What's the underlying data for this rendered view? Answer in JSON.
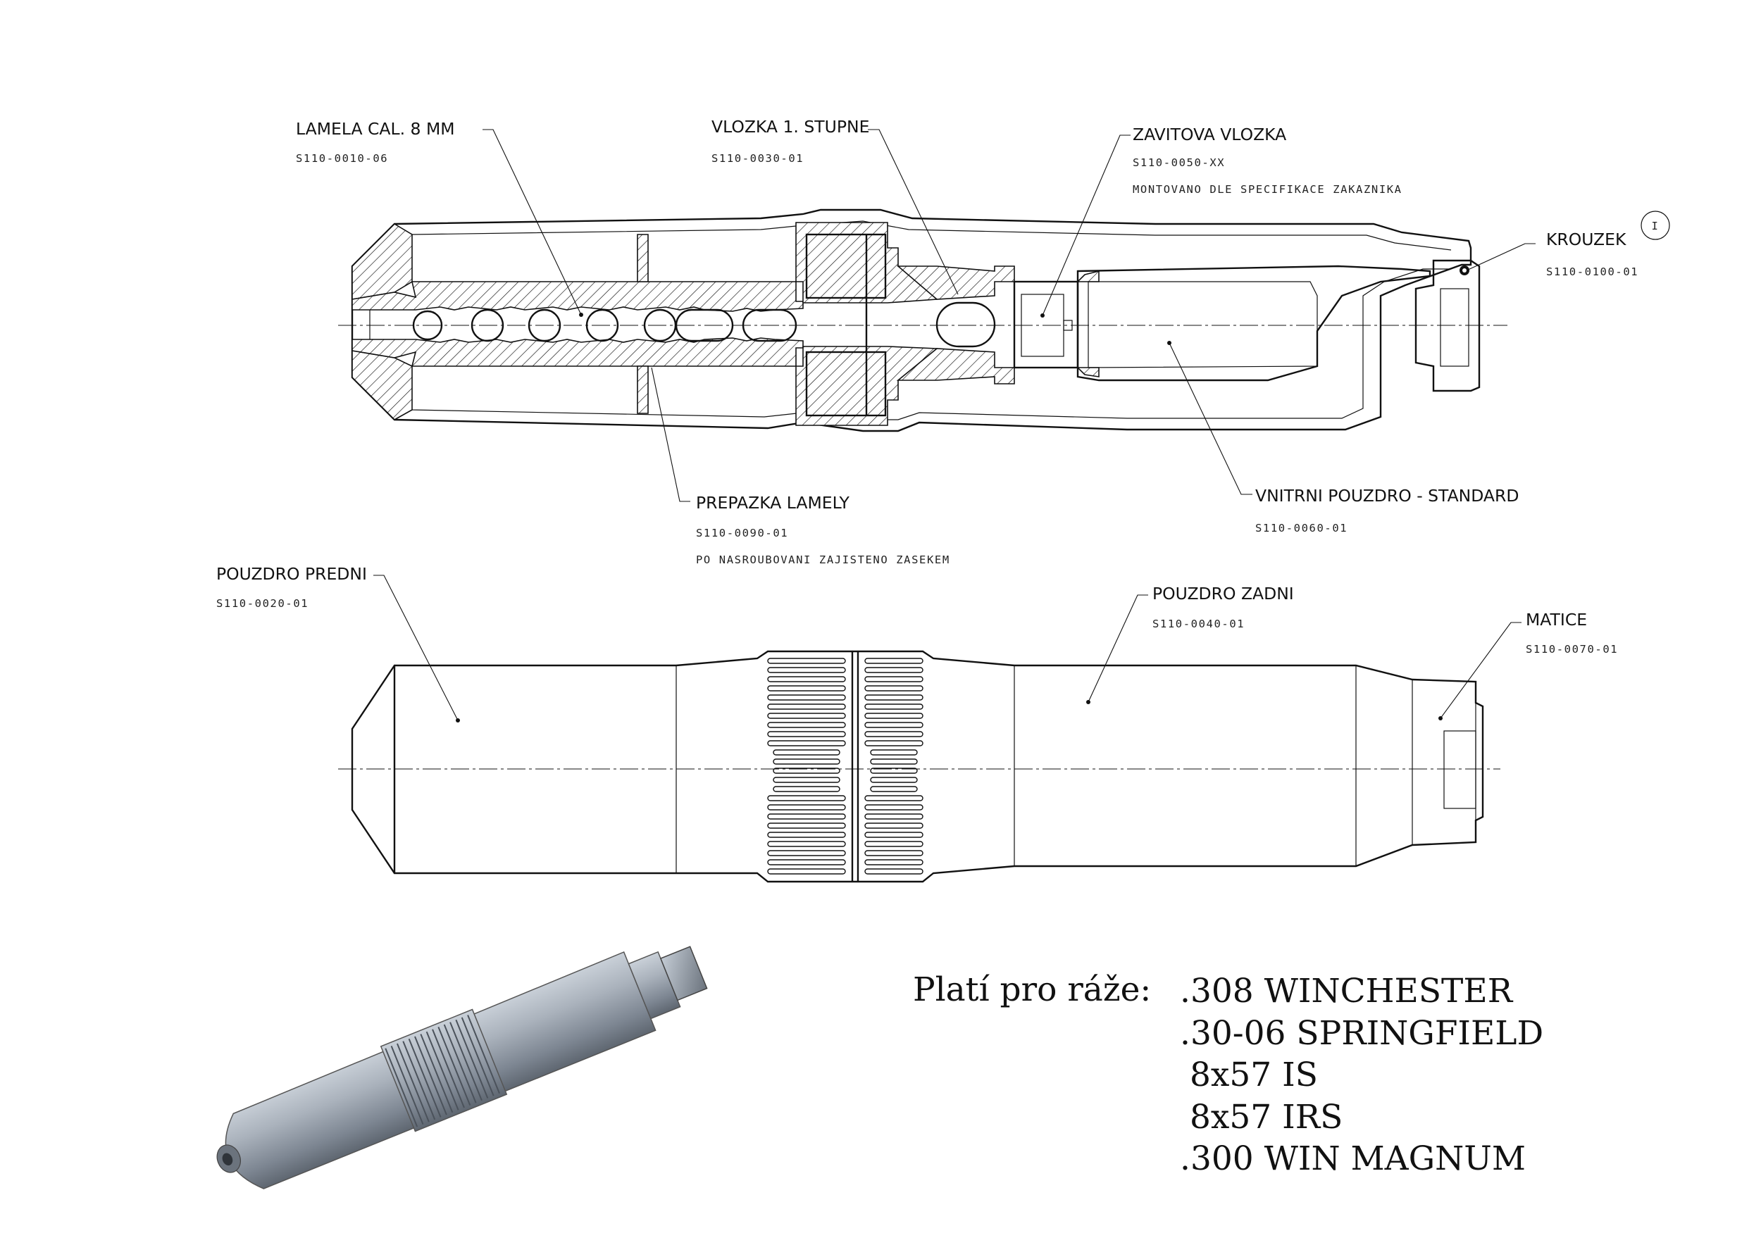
{
  "section_view": {
    "labels": [
      {
        "id": "lamela",
        "name": "LAMELA CAL. 8 MM",
        "code": "S110-0010-06",
        "note": ""
      },
      {
        "id": "vlozka1",
        "name": "VLOZKA 1. STUPNE",
        "code": "S110-0030-01",
        "note": ""
      },
      {
        "id": "zavitova",
        "name": "ZAVITOVA VLOZKA",
        "code": "S110-0050-XX",
        "note": "MONTOVANO DLE SPECIFIKACE ZAKAZNIKA"
      },
      {
        "id": "krouzek",
        "name": "KROUZEK",
        "code": "S110-0100-01",
        "note": ""
      },
      {
        "id": "prepazka",
        "name": "PREPAZKA LAMELY",
        "code": "S110-0090-01",
        "note": "PO NASROUBOVANI ZAJISTENO ZASEKEM"
      },
      {
        "id": "vnitrni",
        "name": "VNITRNI POUZDRO - STANDARD",
        "code": "S110-0060-01",
        "note": ""
      }
    ],
    "detail_marker": "I"
  },
  "exterior_view": {
    "labels": [
      {
        "id": "predni",
        "name": "POUZDRO PREDNI",
        "code": "S110-0020-01"
      },
      {
        "id": "zadni",
        "name": "POUZDRO ZADNI",
        "code": "S110-0040-01"
      },
      {
        "id": "matice",
        "name": "MATICE",
        "code": "S110-0070-01"
      }
    ]
  },
  "render_3d": {
    "name": "suppressor-3d-render",
    "body_color": "#9aa3ae"
  },
  "calibers": {
    "title": "Platí pro ráže:",
    "items": [
      ".308 WINCHESTER",
      ".30-06 SPRINGFIELD",
      "8x57 IS",
      "8x57 IRS",
      ".300 WIN MAGNUM"
    ]
  }
}
